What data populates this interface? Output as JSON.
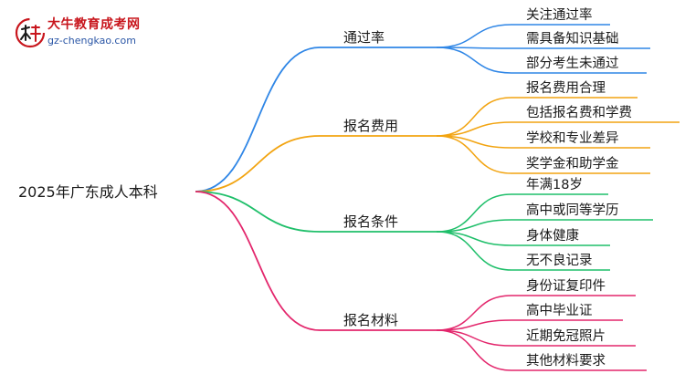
{
  "logo": {
    "title": "大牛教育成考网",
    "url": "gz-chengkao.com"
  },
  "root": {
    "label": "2025年广东成人本科"
  },
  "branches": [
    {
      "label": "通过率",
      "color": "#2f86e6",
      "leaves": [
        "关注通过率",
        "需具备知识基础",
        "部分考生未通过"
      ]
    },
    {
      "label": "报名费用",
      "color": "#f2a411",
      "leaves": [
        "报名费用合理",
        "包括报名费和学费",
        "学校和专业差异",
        "奖学金和助学金"
      ]
    },
    {
      "label": "报名条件",
      "color": "#1fbf6a",
      "leaves": [
        "年满18岁",
        "高中或同等学历",
        "身体健康",
        "无不良记录"
      ]
    },
    {
      "label": "报名材料",
      "color": "#e3266c",
      "leaves": [
        "身份证复印件",
        "高中毕业证",
        "近期免冠照片",
        "其他材料要求"
      ]
    }
  ]
}
